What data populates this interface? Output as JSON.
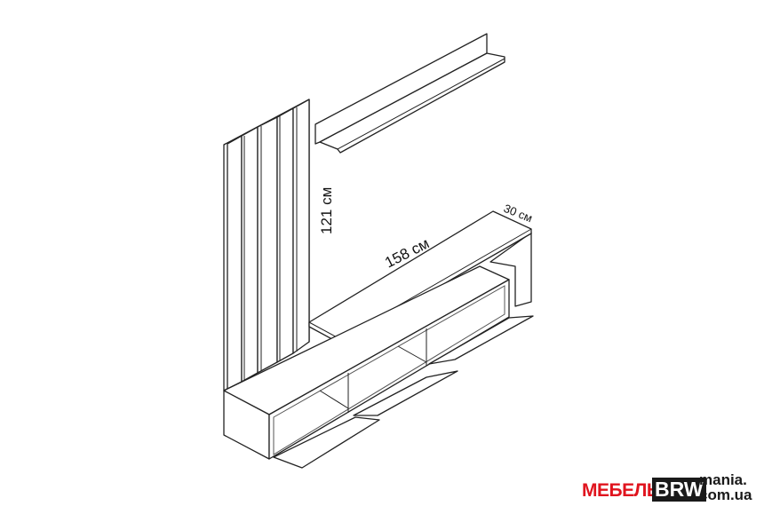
{
  "dimensions": {
    "height": "121 см",
    "width": "158 см",
    "depth": "30 см"
  },
  "logo": {
    "part1": "МЕБЕЛЬ",
    "part2": "BRW",
    "part3_line1": "mania.",
    "part3_line2": "com.ua"
  },
  "colors": {
    "logo_red": "#e0141e",
    "logo_dark": "#1a1a1a"
  }
}
